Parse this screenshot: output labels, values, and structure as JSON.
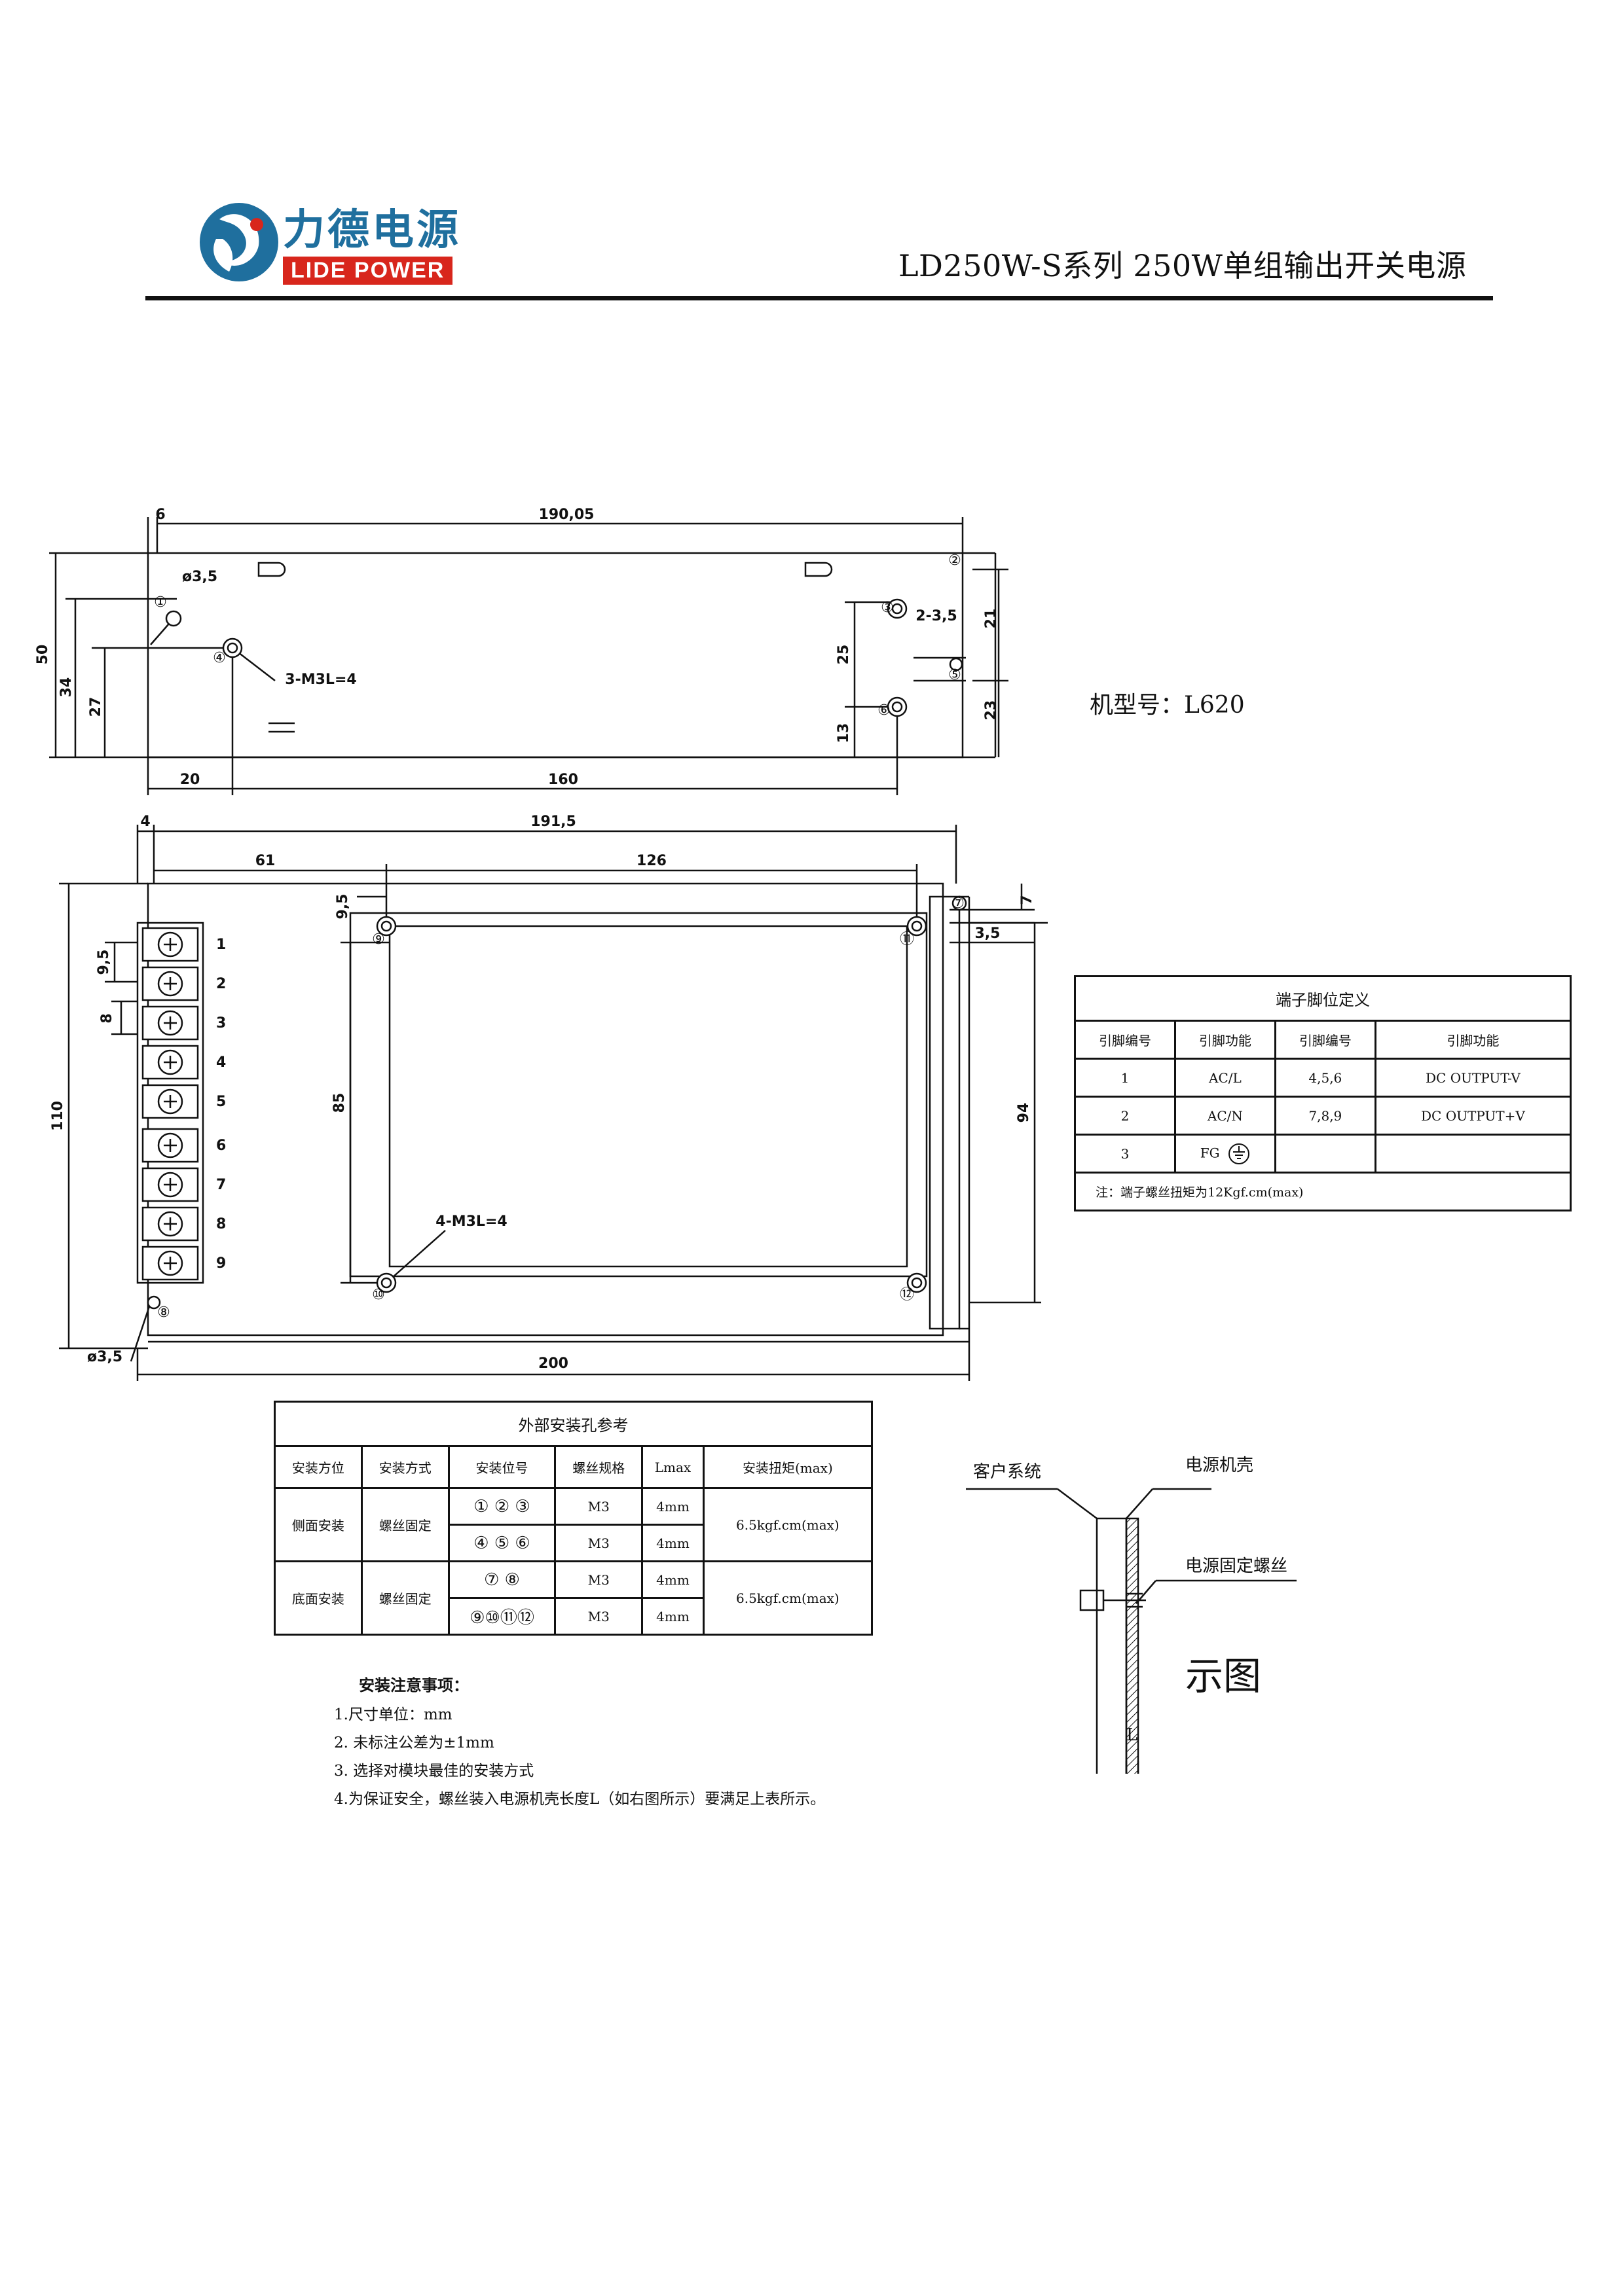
{
  "header": {
    "logo_cn": "力德电源",
    "logo_en": "LIDE POWER",
    "title": "LD250W-S系列 250W单组输出开关电源"
  },
  "model": {
    "label": "机型号：L620"
  },
  "top_view": {
    "dims": [
      "6",
      "190,05",
      "50",
      "34",
      "27",
      "20",
      "160",
      "25",
      "13",
      "21",
      "23",
      "2-3,5"
    ],
    "labels": {
      "hole_dia": "ø3,5",
      "screw": "3-M3L=4"
    },
    "markers": [
      "①",
      "②",
      "③",
      "④",
      "⑤",
      "⑥"
    ]
  },
  "bottom_view": {
    "dims": [
      "4",
      "191,5",
      "61",
      "126",
      "9,5",
      "9,5",
      "8",
      "110",
      "85",
      "7",
      "3,5",
      "94",
      "200"
    ],
    "labels": {
      "screw": "4-M3L=4",
      "hole_dia": "ø3,5"
    },
    "terminals": [
      "1",
      "2",
      "3",
      "4",
      "5",
      "6",
      "7",
      "8",
      "9"
    ],
    "markers": [
      "⑦",
      "⑧",
      "⑨",
      "⑩",
      "⑪",
      "⑫"
    ]
  },
  "pin_table": {
    "title": "端子脚位定义",
    "headers": [
      "引脚编号",
      "引脚功能",
      "引脚编号",
      "引脚功能"
    ],
    "rows": [
      [
        "1",
        "AC/L",
        "4,5,6",
        "DC OUTPUT-V"
      ],
      [
        "2",
        "AC/N",
        "7,8,9",
        "DC OUTPUT+V"
      ],
      [
        "3",
        "FG",
        "",
        ""
      ]
    ],
    "note": "注：端子螺丝扭矩为12Kgf.cm(max)"
  },
  "mount_table": {
    "title": "外部安装孔参考",
    "headers": [
      "安装方位",
      "安装方式",
      "安装位号",
      "螺丝规格",
      "Lmax",
      "安装扭矩(max)"
    ],
    "groups": [
      {
        "position": "侧面安装",
        "method": "螺丝固定",
        "torque": "6.5kgf.cm(max)",
        "rows": [
          {
            "ids": "① ② ③",
            "spec": "M3",
            "lmax": "4mm"
          },
          {
            "ids": "④ ⑤ ⑥",
            "spec": "M3",
            "lmax": "4mm"
          }
        ]
      },
      {
        "position": "底面安装",
        "method": "螺丝固定",
        "torque": "6.5kgf.cm(max)",
        "rows": [
          {
            "ids": "⑦ ⑧",
            "spec": "M3",
            "lmax": "4mm"
          },
          {
            "ids": "⑨⑩⑪⑫",
            "spec": "M3",
            "lmax": "4mm"
          }
        ]
      }
    ]
  },
  "notes": {
    "title": "安装注意事项：",
    "items": [
      "1.尺寸单位：mm",
      "2. 未标注公差为±1mm",
      "3. 选择对模块最佳的安装方式",
      "4.为保证安全，螺丝装入电源机壳长度L（如右图所示）要满足上表所示。"
    ]
  },
  "side_diagram": {
    "customer_system": "客户系统",
    "case": "电源机壳",
    "screw": "电源固定螺丝",
    "L": "L",
    "caption": "示图"
  }
}
